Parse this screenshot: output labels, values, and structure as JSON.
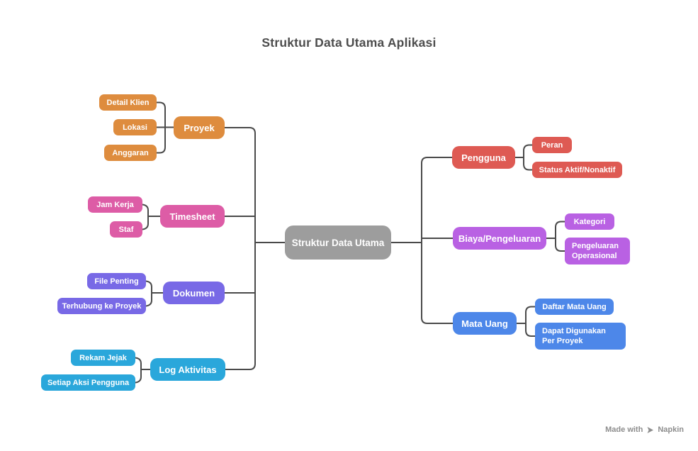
{
  "title": "Struktur Data Utama Aplikasi",
  "center": {
    "label": "Struktur Data Utama"
  },
  "left_branches": [
    {
      "id": "proyek",
      "label": "Proyek",
      "children": [
        "Detail Klien",
        "Lokasi",
        "Anggaran"
      ]
    },
    {
      "id": "timesheet",
      "label": "Timesheet",
      "children": [
        "Jam Kerja",
        "Staf"
      ]
    },
    {
      "id": "dokumen",
      "label": "Dokumen",
      "children": [
        "File Penting",
        "Terhubung ke Proyek"
      ]
    },
    {
      "id": "log_aktivitas",
      "label": "Log Aktivitas",
      "children": [
        "Rekam Jejak",
        "Setiap Aksi Pengguna"
      ]
    }
  ],
  "right_branches": [
    {
      "id": "pengguna",
      "label": "Pengguna",
      "children": [
        "Peran",
        "Status Aktif/Nonaktif"
      ]
    },
    {
      "id": "biaya",
      "label": "Biaya/Pengeluaran",
      "children": [
        "Kategori",
        "Pengeluaran Operasional"
      ]
    },
    {
      "id": "mata_uang",
      "label": "Mata Uang",
      "children": [
        "Daftar Mata Uang",
        "Dapat Digunakan Per Proyek"
      ]
    }
  ],
  "watermark": {
    "prefix": "Made with",
    "brand": "Napkin"
  },
  "palette": {
    "title_text": "#4d4d4d",
    "connector": "#4a4a4a",
    "center": "#9d9d9d",
    "proyek": "#de8c3e",
    "timesheet": "#dd5ca6",
    "dokumen": "#7869e6",
    "log_aktivitas": "#2aa7db",
    "pengguna": "#de5a53",
    "biaya": "#b961e3",
    "mata_uang": "#4d87e9",
    "watermark_text": "#8d8d8d"
  }
}
